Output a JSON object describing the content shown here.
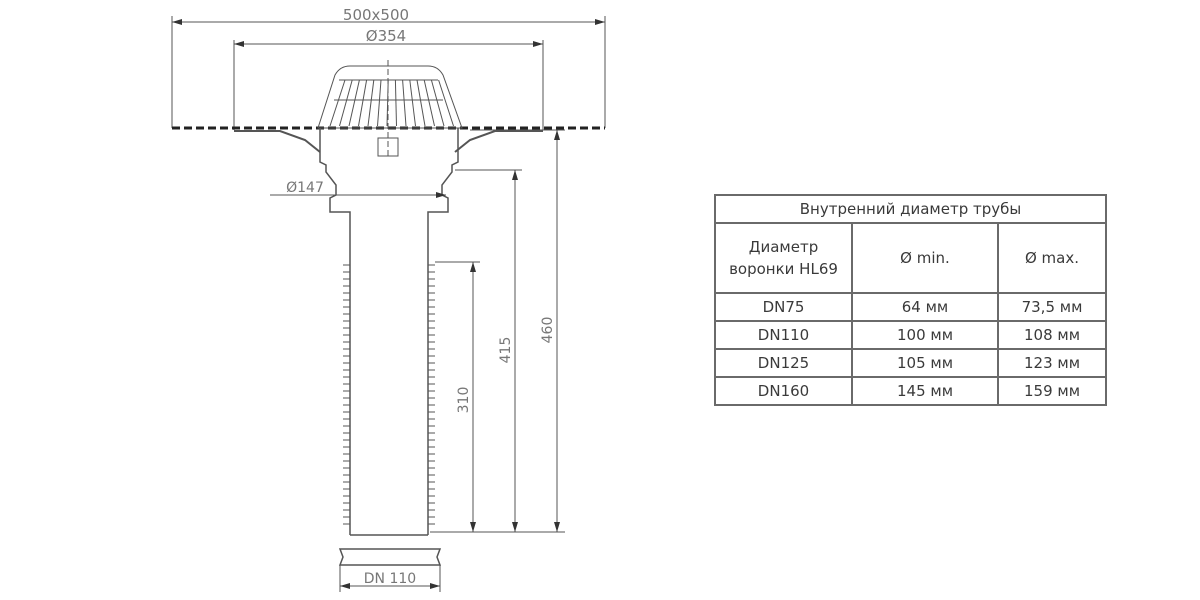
{
  "drawing": {
    "dim_overall": "500x500",
    "dim_flange": "Ø354",
    "dim_outlet": "Ø147",
    "dim_460": "460",
    "dim_415": "415",
    "dim_310": "310",
    "dim_pipe": "DN 110",
    "line_color": "#555555"
  },
  "table": {
    "title": "Внутренний диаметр трубы",
    "headers": [
      "Диаметр воронки HL69",
      "Ø min.",
      "Ø max."
    ],
    "rows": [
      [
        "DN75",
        "64 мм",
        "73,5 мм"
      ],
      [
        "DN110",
        "100 мм",
        "108 мм"
      ],
      [
        "DN125",
        "105 мм",
        "123 мм"
      ],
      [
        "DN160",
        "145 мм",
        "159 мм"
      ]
    ]
  }
}
